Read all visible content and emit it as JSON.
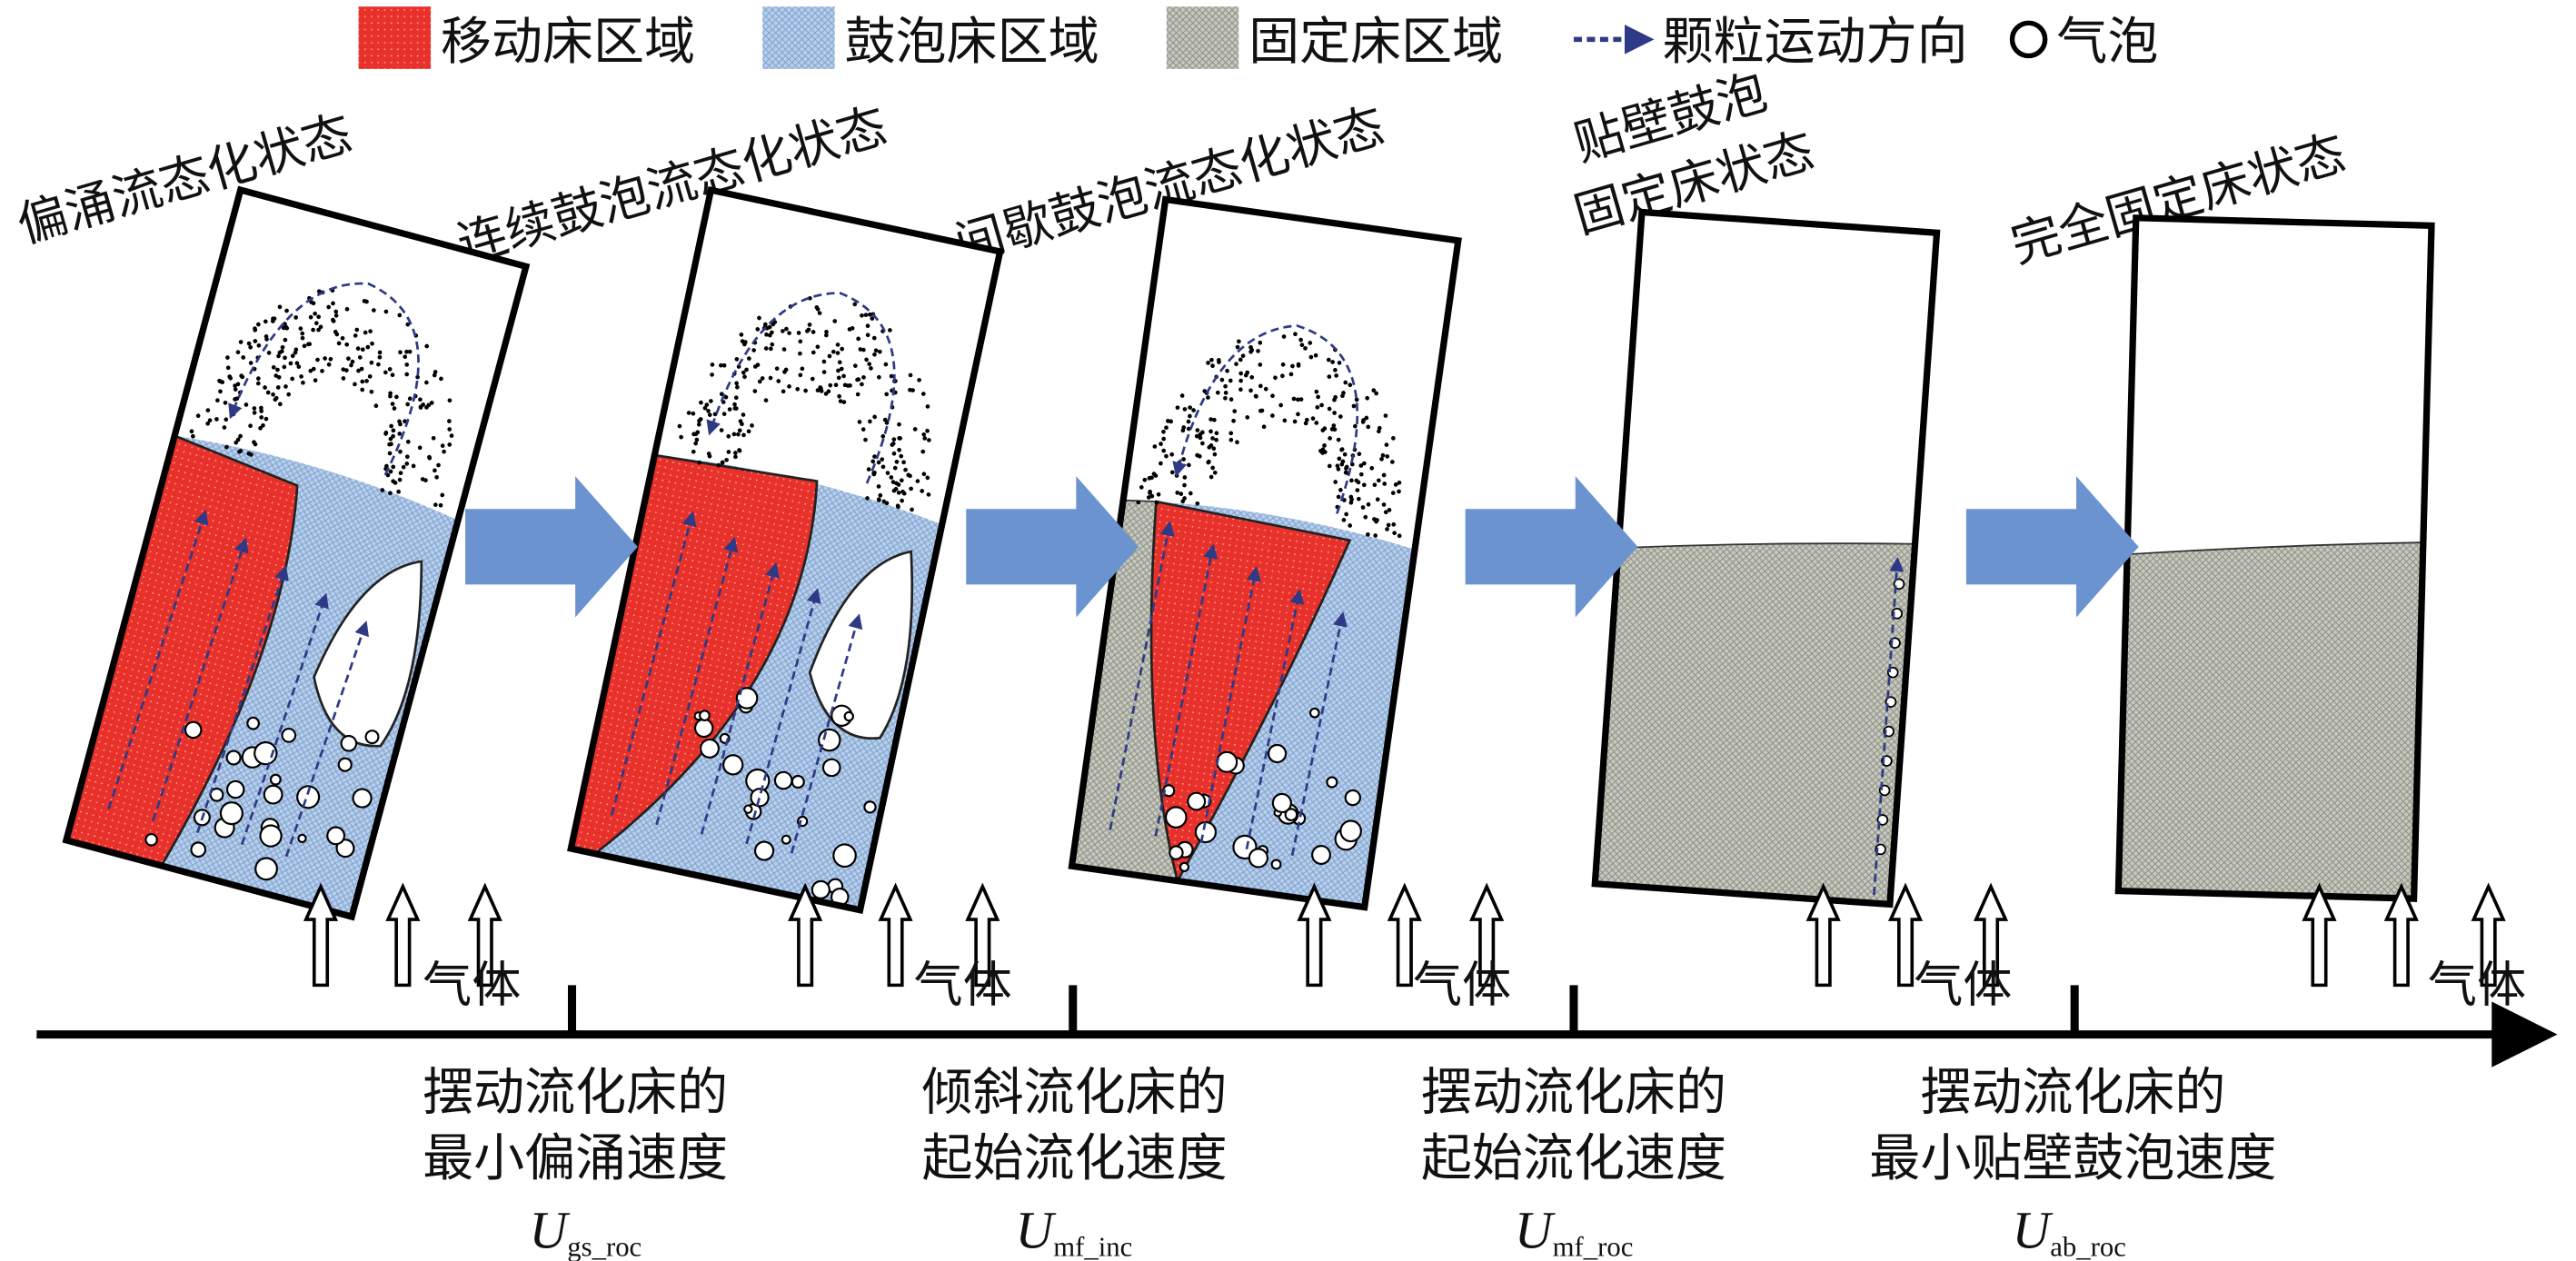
{
  "legend": {
    "moving": "移动床区域",
    "bubbling": "鼓泡床区域",
    "fixed": "固定床区域",
    "particle_dir": "颗粒运动方向",
    "bubble": "气泡"
  },
  "colors": {
    "moving": "#e8312a",
    "bubbling": "#a9c3e3",
    "fixed": "#b7b8ad",
    "flow_arrow": "#2e3a86",
    "big_arrow": "#6a93cf"
  },
  "states": [
    {
      "title": "偏涌流态化状态"
    },
    {
      "title": "连续鼓泡流态化状态"
    },
    {
      "title": "间歇鼓泡流态化状态"
    },
    {
      "title": "贴壁鼓泡",
      "title2": "固定床状态"
    },
    {
      "title": "完全固定床状态"
    }
  ],
  "gas_label": "气体",
  "thresholds": [
    {
      "line1": "摆动流化床的",
      "line2": "最小偏涌速度",
      "symbol": "U",
      "sub": "gs_roc"
    },
    {
      "line1": "倾斜流化床的",
      "line2": "起始流化速度",
      "symbol": "U",
      "sub": "mf_inc"
    },
    {
      "line1": "摆动流化床的",
      "line2": "起始流化速度",
      "symbol": "U",
      "sub": "mf_roc"
    },
    {
      "line1": "摆动流化床的",
      "line2": "最小贴壁鼓泡速度",
      "symbol": "U",
      "sub": "ab_roc"
    }
  ]
}
